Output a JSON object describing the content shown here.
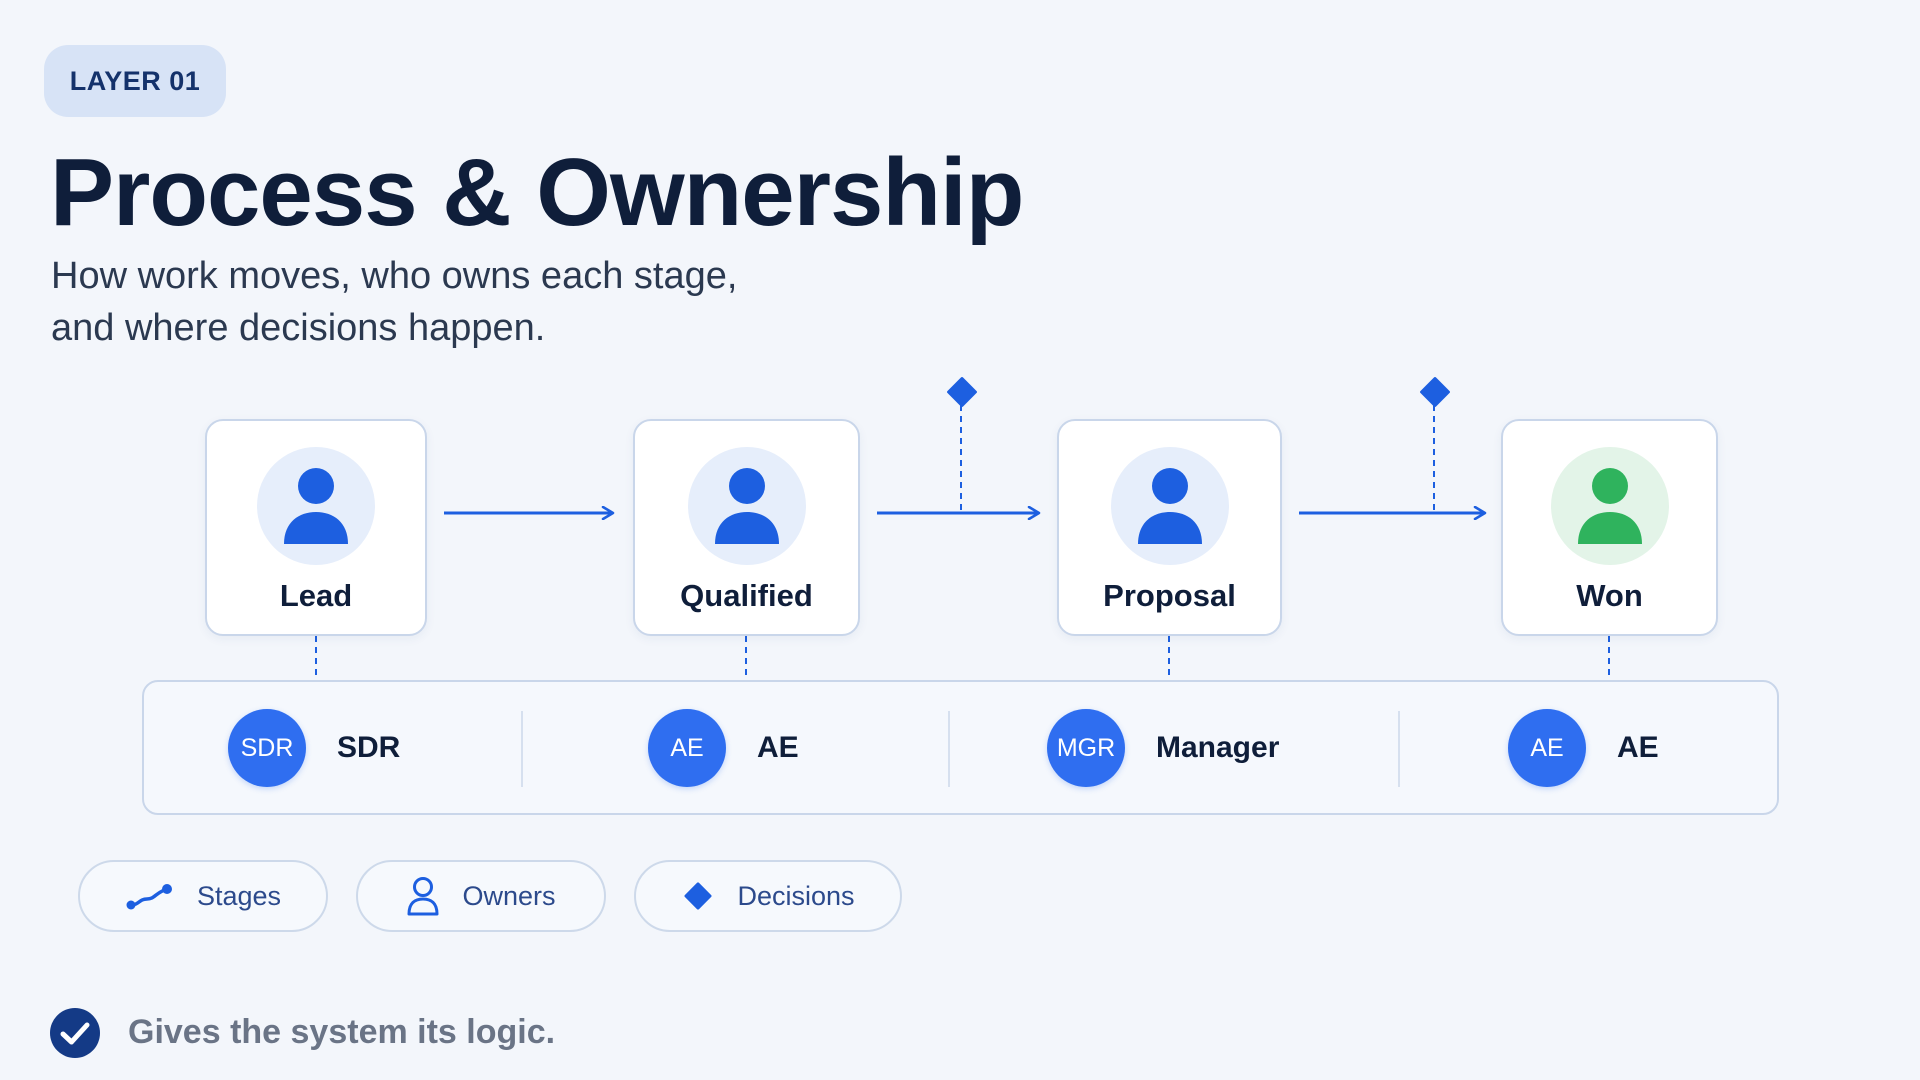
{
  "badge": "LAYER 01",
  "title": "Process & Ownership",
  "subtitle_lines": [
    "How work moves, who owns each stage,",
    "and where decisions happen."
  ],
  "stages": [
    {
      "label": "Lead",
      "icon": "person-icon",
      "color": "#1d5fe0"
    },
    {
      "label": "Qualified",
      "icon": "person-icon",
      "color": "#1d5fe0"
    },
    {
      "label": "Proposal",
      "icon": "person-icon",
      "color": "#1d5fe0"
    },
    {
      "label": "Won",
      "icon": "person-icon",
      "color": "#2fb35d"
    }
  ],
  "decision_points": [
    {
      "between": [
        "Qualified",
        "Proposal"
      ],
      "icon": "diamond-icon"
    },
    {
      "between": [
        "Proposal",
        "Won"
      ],
      "icon": "diamond-icon"
    }
  ],
  "owners": [
    {
      "initials": "SDR",
      "name": "SDR"
    },
    {
      "initials": "AE",
      "name": "AE"
    },
    {
      "initials": "MGR",
      "name": "Manager"
    },
    {
      "initials": "AE",
      "name": "AE"
    }
  ],
  "legend": [
    {
      "label": "Stages",
      "icon": "stages-path-icon"
    },
    {
      "label": "Owners",
      "icon": "person-outline-icon"
    },
    {
      "label": "Decisions",
      "icon": "diamond-icon"
    }
  ],
  "footnote": "Gives the system its logic.",
  "colors": {
    "accent": "#1d5fe0",
    "owner_chip": "#2f6ef0",
    "won": "#2fb35d",
    "title": "#0f1e3a",
    "background": "#f3f6fb"
  }
}
